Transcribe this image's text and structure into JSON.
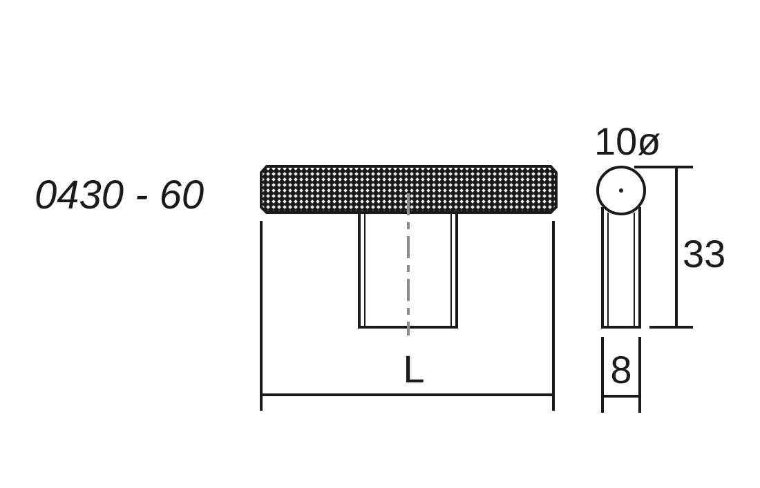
{
  "product_code": "0430 - 60",
  "dimensions": {
    "length_label": "L",
    "diameter_label": "10ø",
    "height_label": "33",
    "post_width_label": "8"
  },
  "colors": {
    "line": "#1a1a1a",
    "background": "#ffffff"
  }
}
